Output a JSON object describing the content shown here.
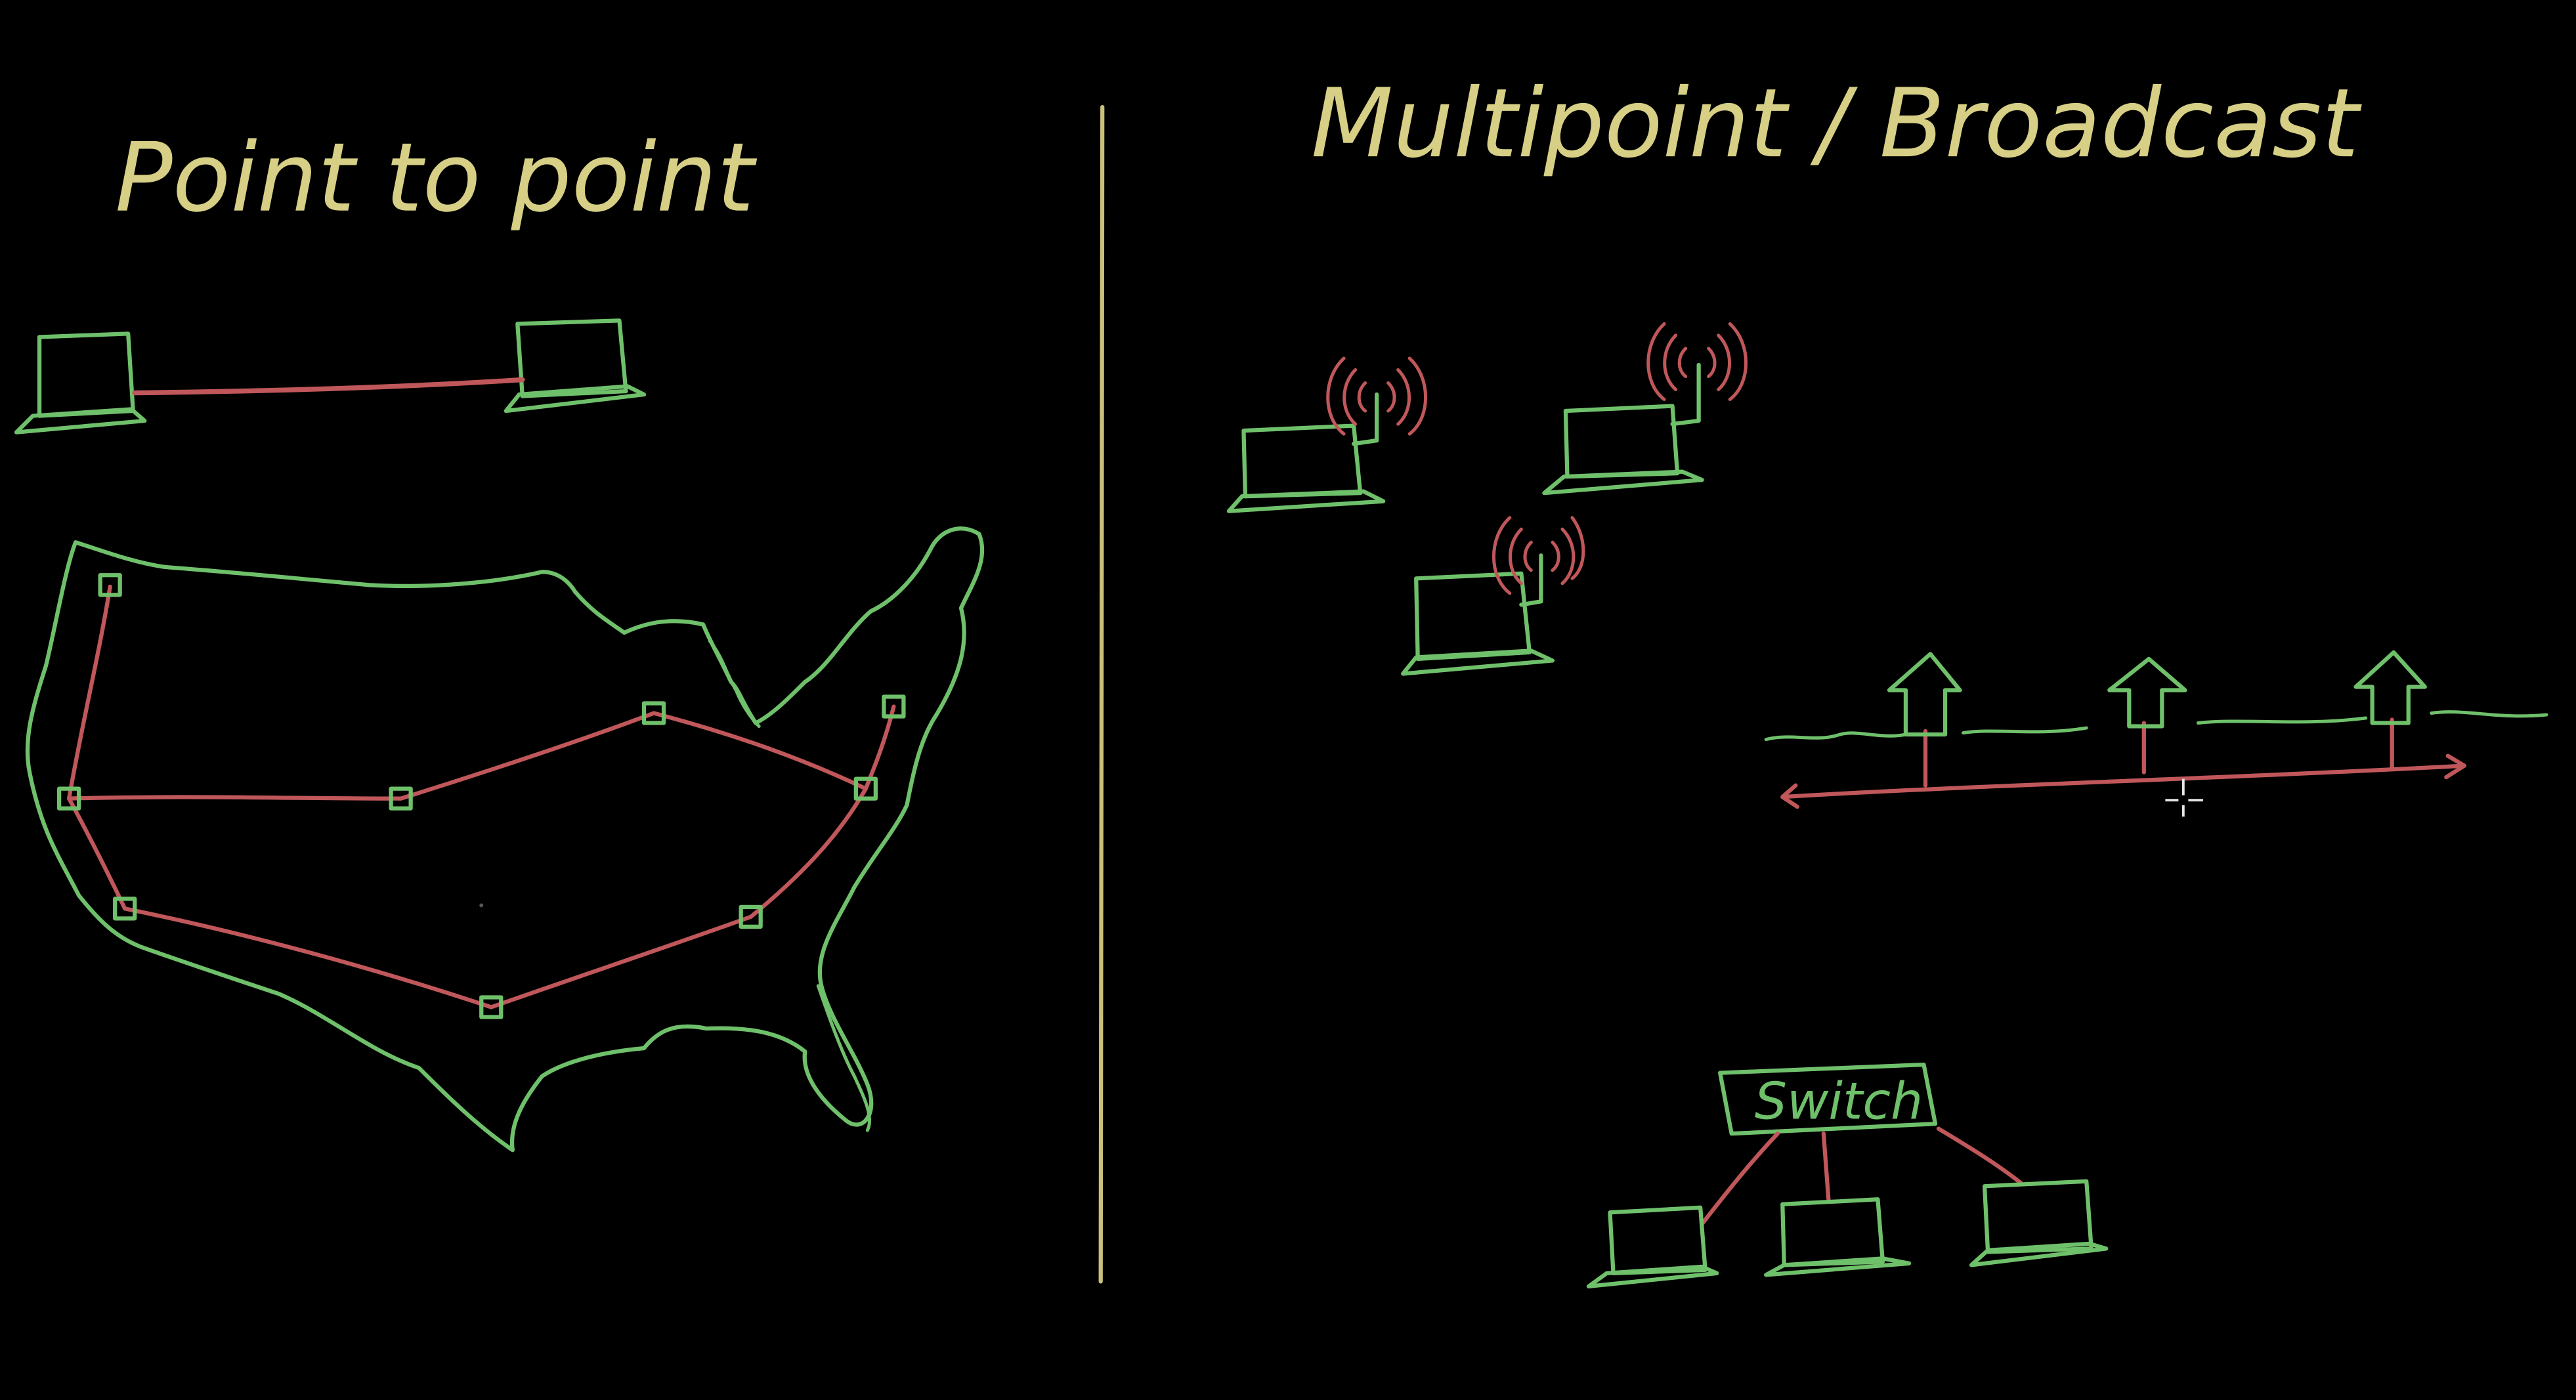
{
  "colors": {
    "background": "#000000",
    "title": "#d6cf85",
    "divider": "#c9c17a",
    "device": "#6fc06a",
    "link": "#c0575a",
    "cursor": "#e6e6e6"
  },
  "left_panel": {
    "title": "Point to point"
  },
  "right_panel": {
    "title": "Multipoint / Broadcast",
    "switch_label": "Switch"
  },
  "icons": {
    "antenna": "radio-waves-icon",
    "cursor": "crosshair-cursor-icon"
  }
}
